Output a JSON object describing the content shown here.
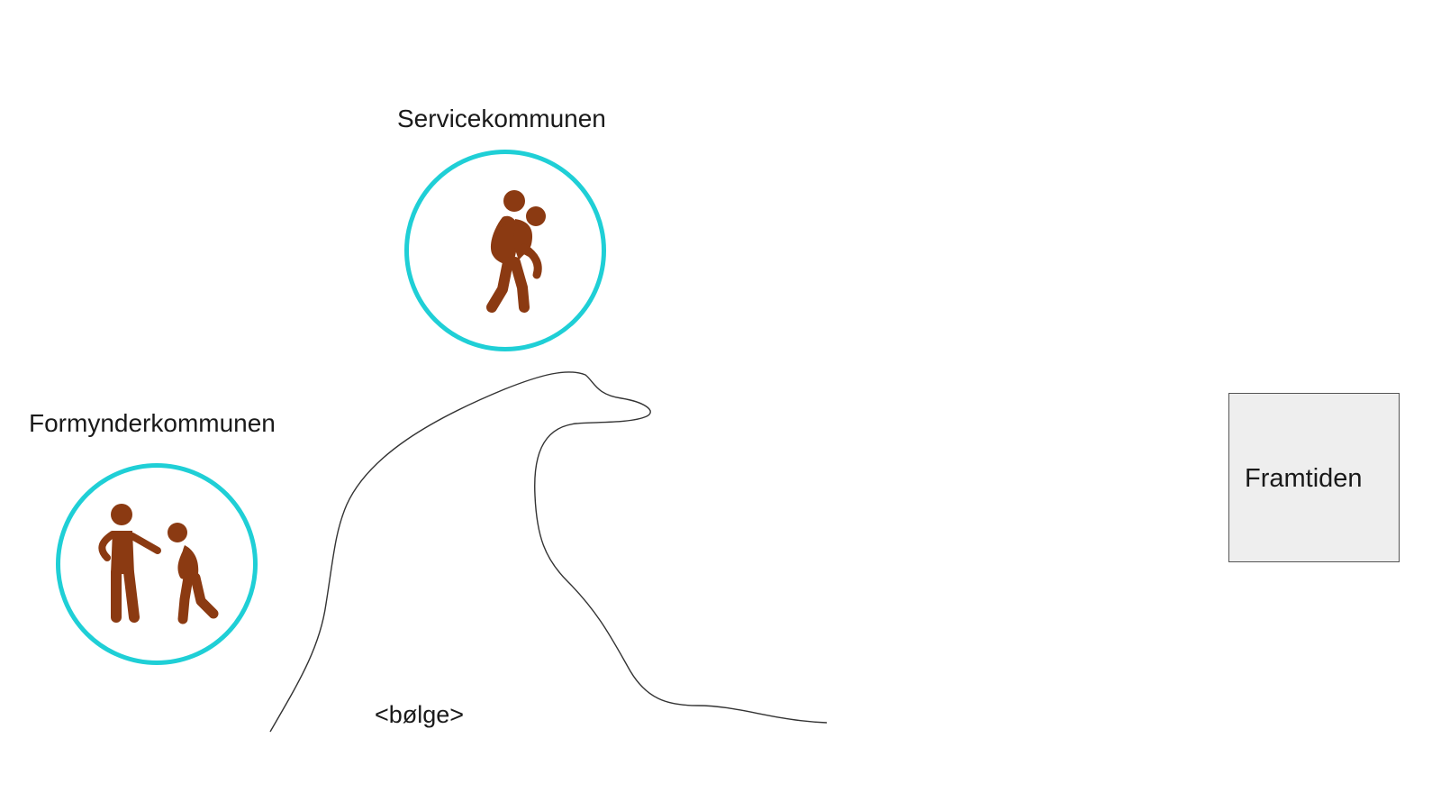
{
  "labels": {
    "service": "Servicekommunen",
    "formynder": "Formynderkommunen",
    "wave": "<bølge>",
    "future": "Framtiden"
  },
  "icons": {
    "service": "person-carrying-person-icon",
    "formynder": "person-pointing-at-person-icon"
  },
  "colors": {
    "circle_border": "#1fcfd6",
    "figure_fill": "#8b3a12",
    "box_fill": "#eeeeee",
    "box_border": "#555555",
    "wave_stroke": "#333333"
  }
}
